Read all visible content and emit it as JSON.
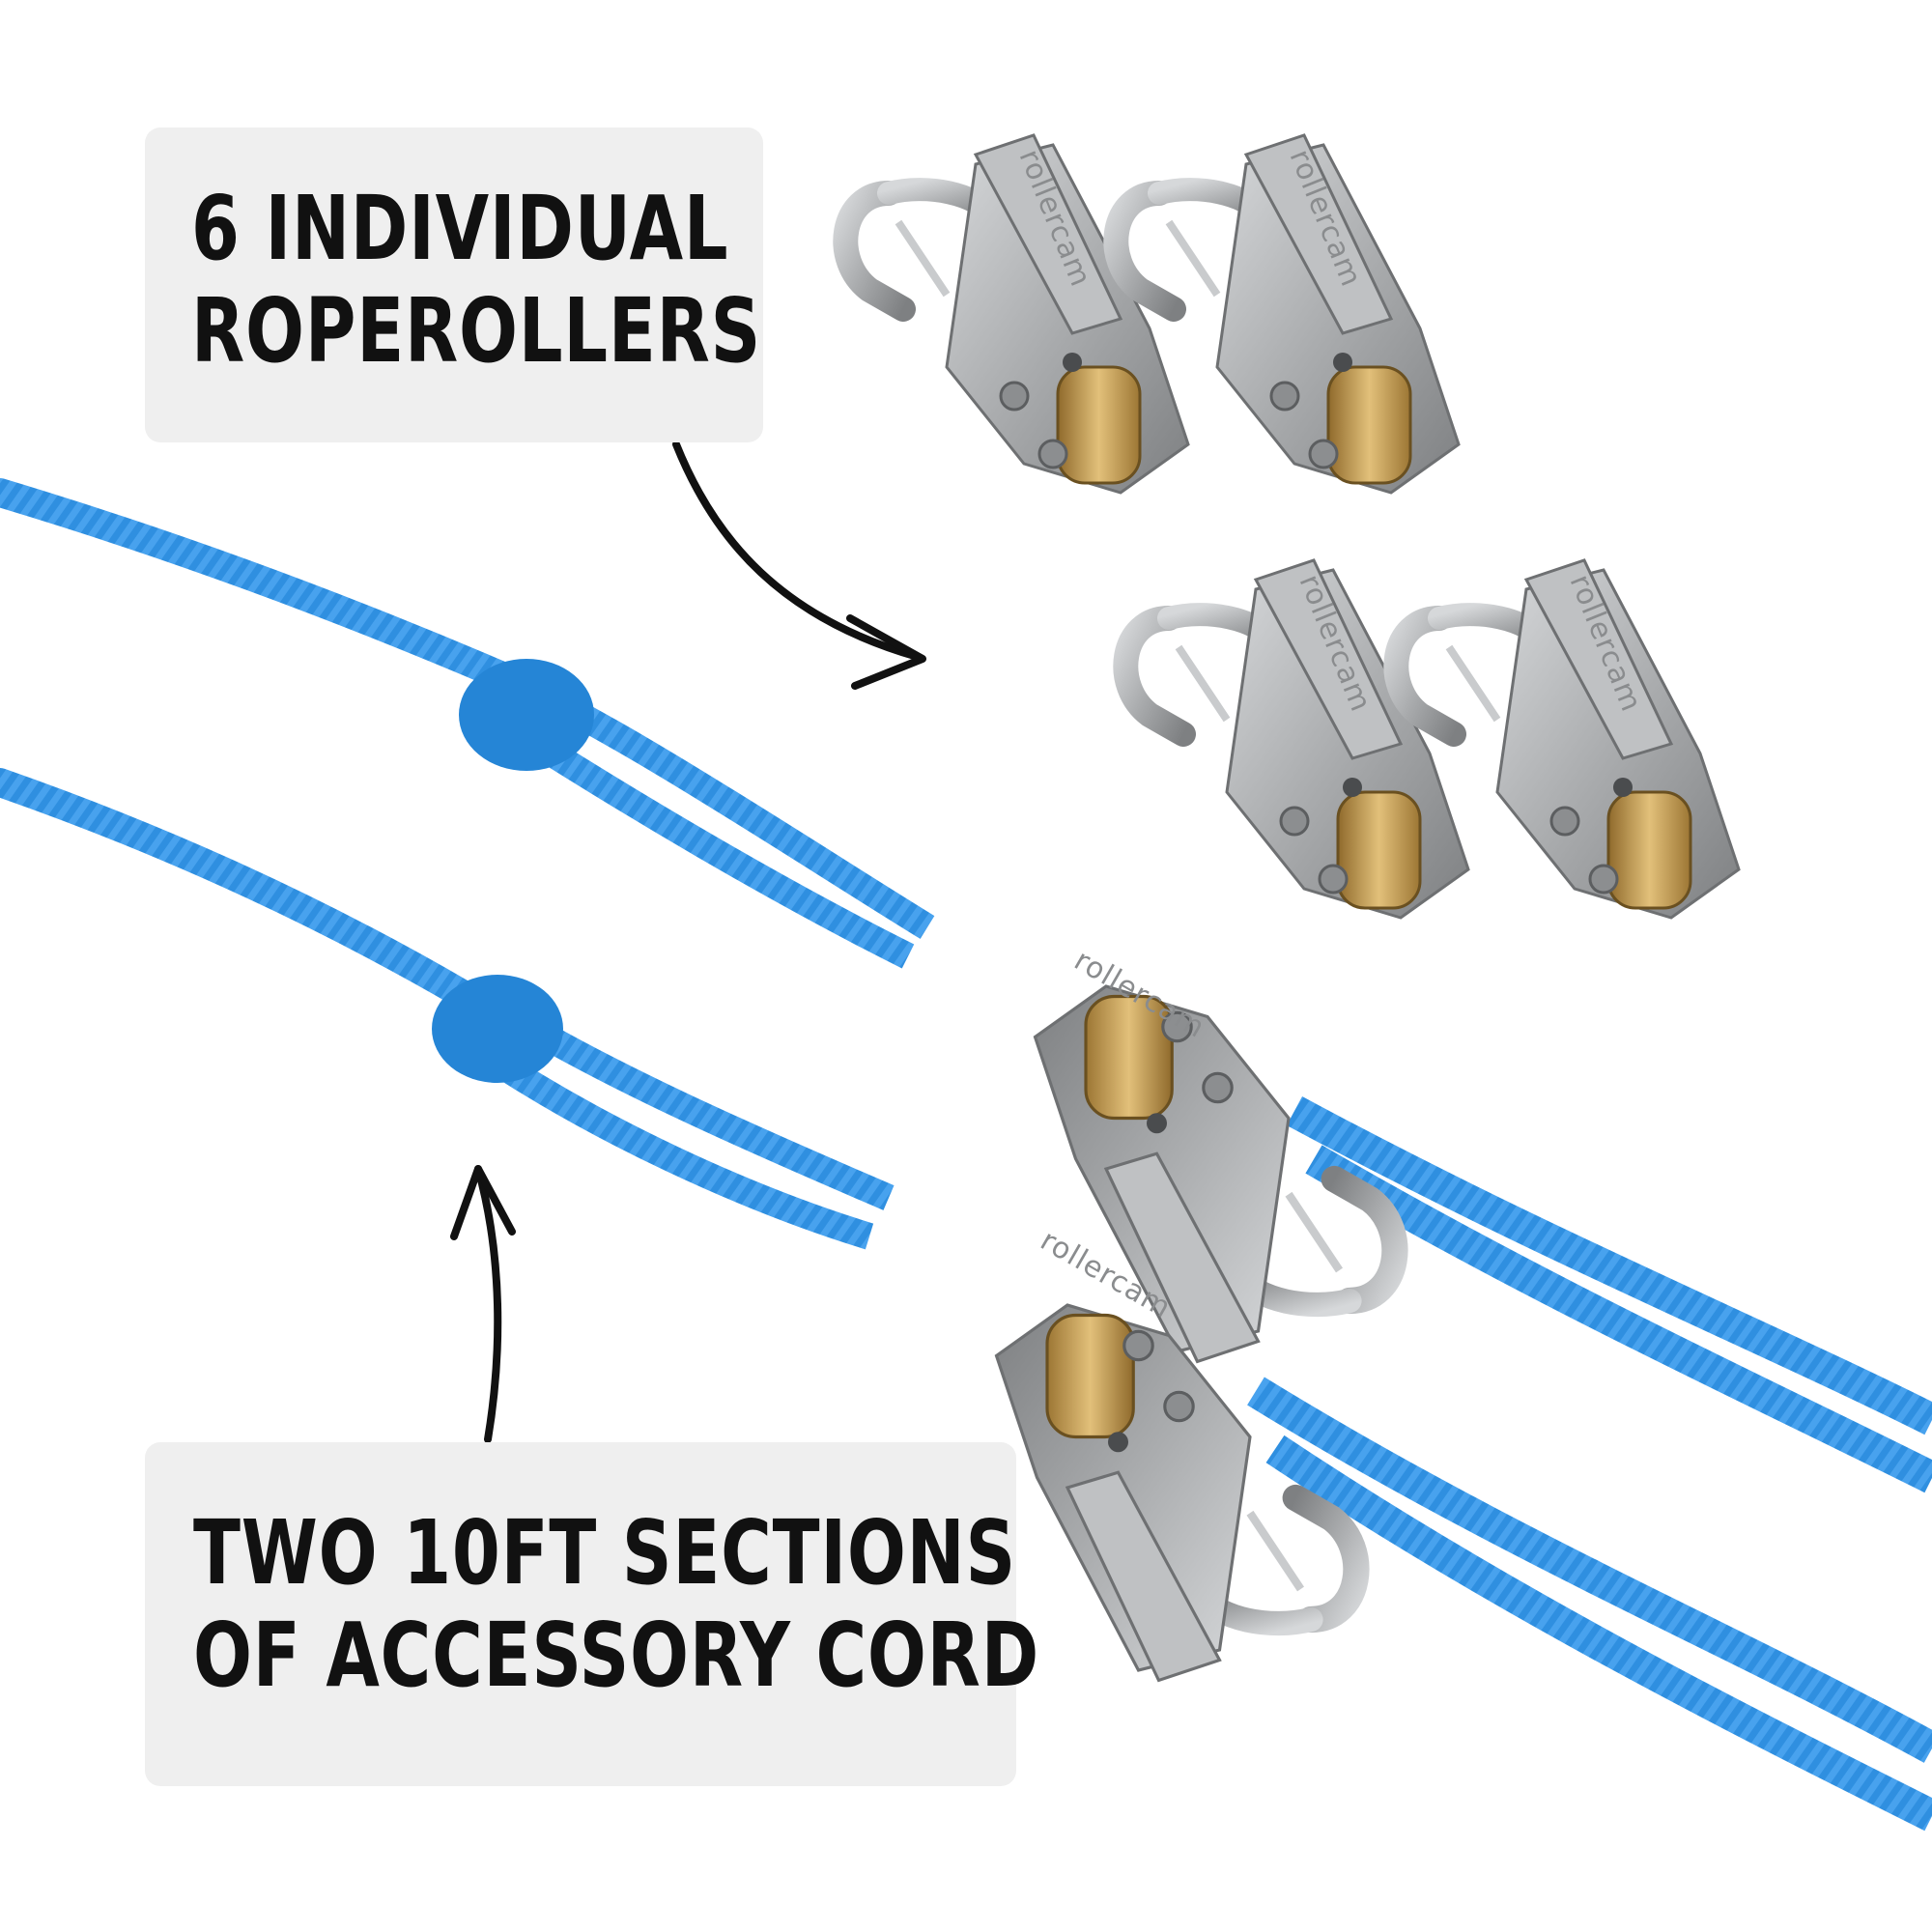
{
  "labels": {
    "top": {
      "line1": "6 INDIVIDUAL",
      "line2": "ROPEROLLERS"
    },
    "bottom": {
      "line1": "TWO 10FT SECTIONS",
      "line2": "OF ACCESSORY CORD"
    }
  },
  "product": {
    "brand_engraving": "rollercam"
  },
  "colors": {
    "background": "#ffffff",
    "label_box": "#efefef",
    "label_text": "#111111",
    "cord": "#2f8fe0",
    "metal": "#a9abad",
    "pulley": "#c9a25e",
    "arrow": "#111111"
  }
}
